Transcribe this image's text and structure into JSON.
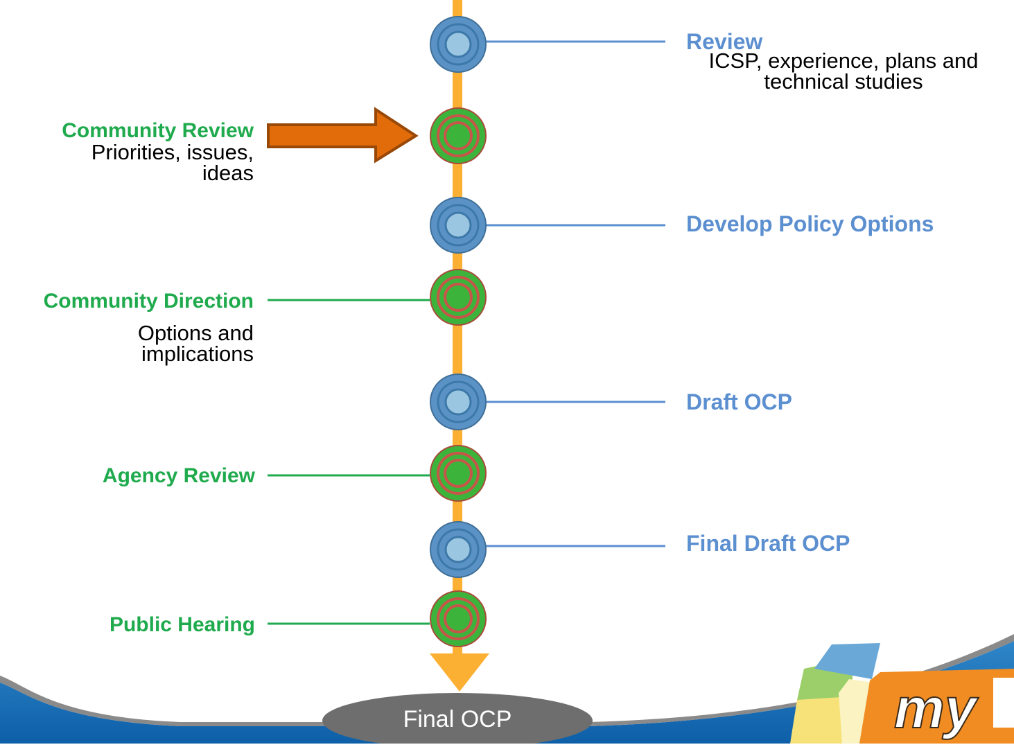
{
  "stages_right": [
    {
      "title": "Review",
      "subtitle_lines": [
        "ICSP, experience, plans and",
        "technical studies"
      ]
    },
    {
      "title": "Develop Policy Options"
    },
    {
      "title": "Draft OCP"
    },
    {
      "title": "Final Draft OCP"
    }
  ],
  "stages_left": [
    {
      "title": "Community Review",
      "subtitle_lines": [
        "Priorities, issues,",
        "ideas"
      ],
      "marker": "current-stage-arrow"
    },
    {
      "title": "Community Direction",
      "subtitle_lines": [
        "Options and",
        "implications"
      ]
    },
    {
      "title": "Agency Review"
    },
    {
      "title": "Public Hearing"
    }
  ],
  "end_label": "Final OCP",
  "logo_text": "my",
  "colors": {
    "timeline": "#fbb034",
    "blue_node": "#5a92c6",
    "green_node": "#3cb43c",
    "green_text": "#1faa4d",
    "blue_text": "#5b8fd0",
    "arrow": "#e36c0a",
    "end_ellipse": "#6e6e6e"
  }
}
